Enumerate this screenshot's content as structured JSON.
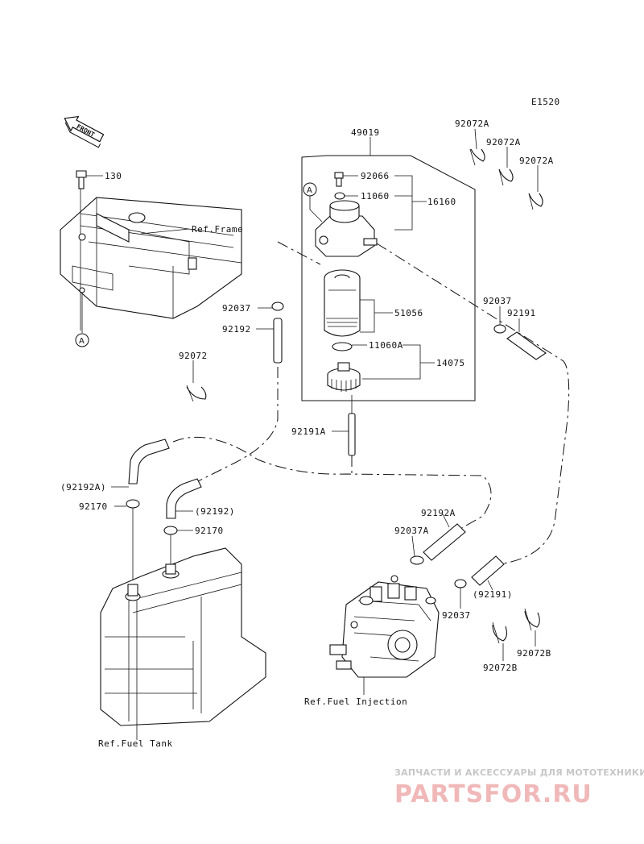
{
  "diagram": {
    "code": "E1520",
    "front_label": "FRONT",
    "callouts": [
      {
        "id": "c-130",
        "text": "130"
      },
      {
        "id": "c-ref-frame",
        "text": "Ref.Frame"
      },
      {
        "id": "c-49019",
        "text": "49019"
      },
      {
        "id": "c-92066",
        "text": "92066"
      },
      {
        "id": "c-11060",
        "text": "11060"
      },
      {
        "id": "c-16160",
        "text": "16160"
      },
      {
        "id": "c-92072a-1",
        "text": "92072A"
      },
      {
        "id": "c-92072a-2",
        "text": "92072A"
      },
      {
        "id": "c-92072a-3",
        "text": "92072A"
      },
      {
        "id": "c-92037-left",
        "text": "92037"
      },
      {
        "id": "c-92192",
        "text": "92192"
      },
      {
        "id": "c-51056",
        "text": "51056"
      },
      {
        "id": "c-92037-right",
        "text": "92037"
      },
      {
        "id": "c-92191",
        "text": "92191"
      },
      {
        "id": "c-11060a",
        "text": "11060A"
      },
      {
        "id": "c-14075",
        "text": "14075"
      },
      {
        "id": "c-92072",
        "text": "92072"
      },
      {
        "id": "c-92191a",
        "text": "92191A"
      },
      {
        "id": "c-92192a-paren",
        "text": "(92192A)"
      },
      {
        "id": "c-92170-1",
        "text": "92170"
      },
      {
        "id": "c-92192-paren",
        "text": "(92192)"
      },
      {
        "id": "c-92170-2",
        "text": "92170"
      },
      {
        "id": "c-92192a",
        "text": "92192A"
      },
      {
        "id": "c-92037a",
        "text": "92037A"
      },
      {
        "id": "c-92191-paren",
        "text": "(92191)"
      },
      {
        "id": "c-92037-bottom",
        "text": "92037"
      },
      {
        "id": "c-92072b-1",
        "text": "92072B"
      },
      {
        "id": "c-92072b-2",
        "text": "92072B"
      },
      {
        "id": "c-ref-fuel-injection",
        "text": "Ref.Fuel Injection"
      },
      {
        "id": "c-ref-fuel-tank",
        "text": "Ref.Fuel Tank"
      }
    ],
    "markers": [
      "A",
      "A"
    ]
  },
  "watermark": {
    "tagline": "ЗАПЧАСТИ И АКСЕССУАРЫ ДЛЯ МОТОТЕХНИКИ",
    "brand": "PARTSFOR.RU"
  }
}
